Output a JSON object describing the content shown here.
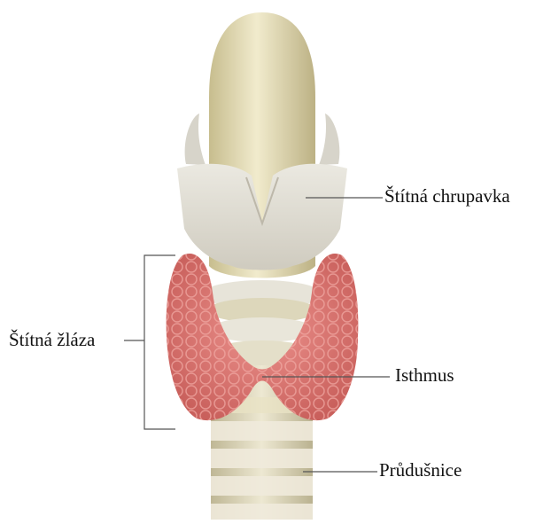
{
  "labels": {
    "thyroid_cartilage": "Štítná chrupavka",
    "thyroid_gland": "Štítná žláza",
    "isthmus": "Isthmus",
    "trachea": "Průdušnice"
  },
  "colors": {
    "cartilage": "#e3e0d6",
    "epiglottis": "#e6dcae",
    "gland": "#e07f7a",
    "trachea_ring": "#e9e5d6",
    "trachea_gap": "#d9cfa4",
    "leader_line": "#555555"
  }
}
